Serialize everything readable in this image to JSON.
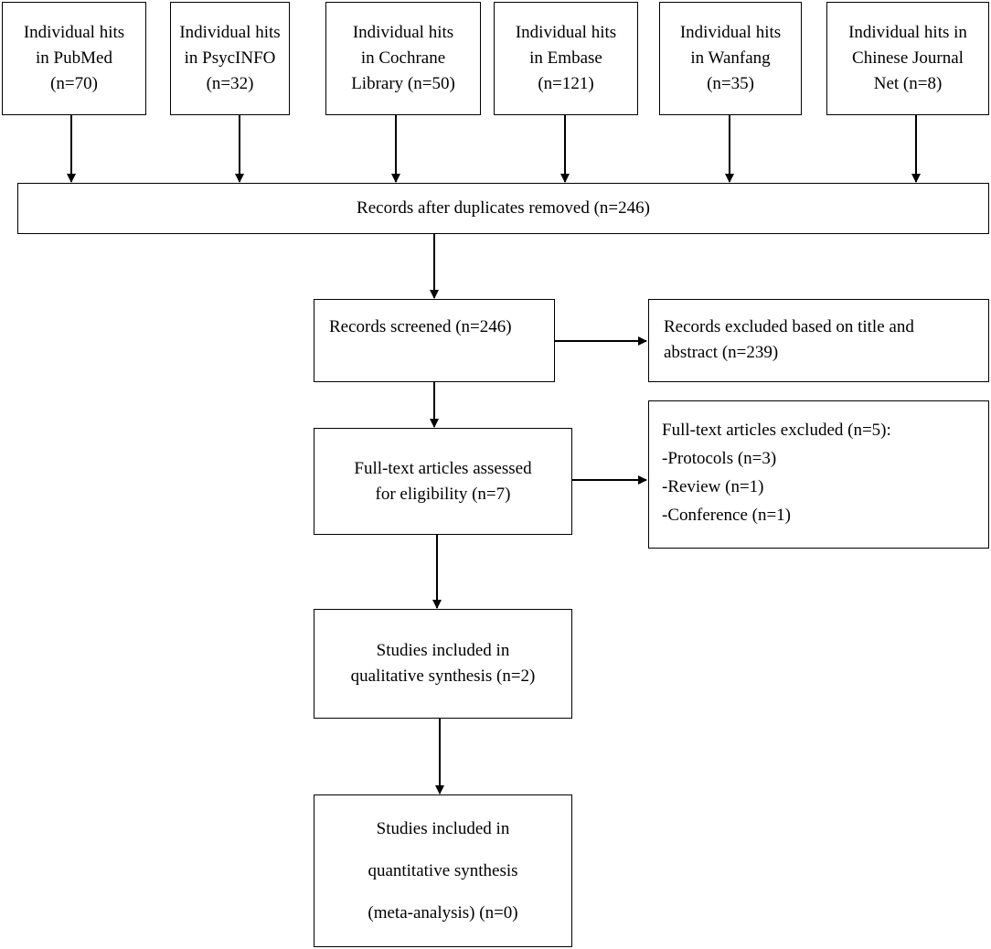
{
  "sources": [
    {
      "lines": [
        "Individual hits",
        "in PubMed",
        "(n=70)"
      ]
    },
    {
      "lines": [
        "Individual hits",
        "in PsycINFO",
        "(n=32)"
      ]
    },
    {
      "lines": [
        "Individual hits",
        "in Cochrane",
        "Library (n=50)"
      ]
    },
    {
      "lines": [
        "Individual hits",
        "in Embase",
        "(n=121)"
      ]
    },
    {
      "lines": [
        "Individual hits",
        "in Wanfang",
        "(n=35)"
      ]
    },
    {
      "lines": [
        "Individual hits in",
        "Chinese Journal",
        "Net (n=8)"
      ]
    }
  ],
  "dedup": {
    "lines": [
      "Records after duplicates removed (n=246)"
    ]
  },
  "screened": {
    "lines": [
      "Records screened (n=246)"
    ]
  },
  "excluded_title": {
    "lines": [
      "Records excluded based on title and",
      "abstract (n=239)"
    ]
  },
  "fulltext": {
    "lines": [
      "Full-text articles assessed",
      "for eligibility (n=7)"
    ]
  },
  "excluded_fulltext": {
    "lines": [
      "Full-text articles excluded (n=5):",
      "-Protocols (n=3)",
      "-Review (n=1)",
      "-Conference (n=1)"
    ]
  },
  "qualitative": {
    "lines": [
      "Studies included in",
      "qualitative synthesis (n=2)"
    ]
  },
  "quantitative": {
    "lines": [
      "Studies included in",
      "quantitative synthesis",
      "(meta-analysis) (n=0)"
    ]
  }
}
